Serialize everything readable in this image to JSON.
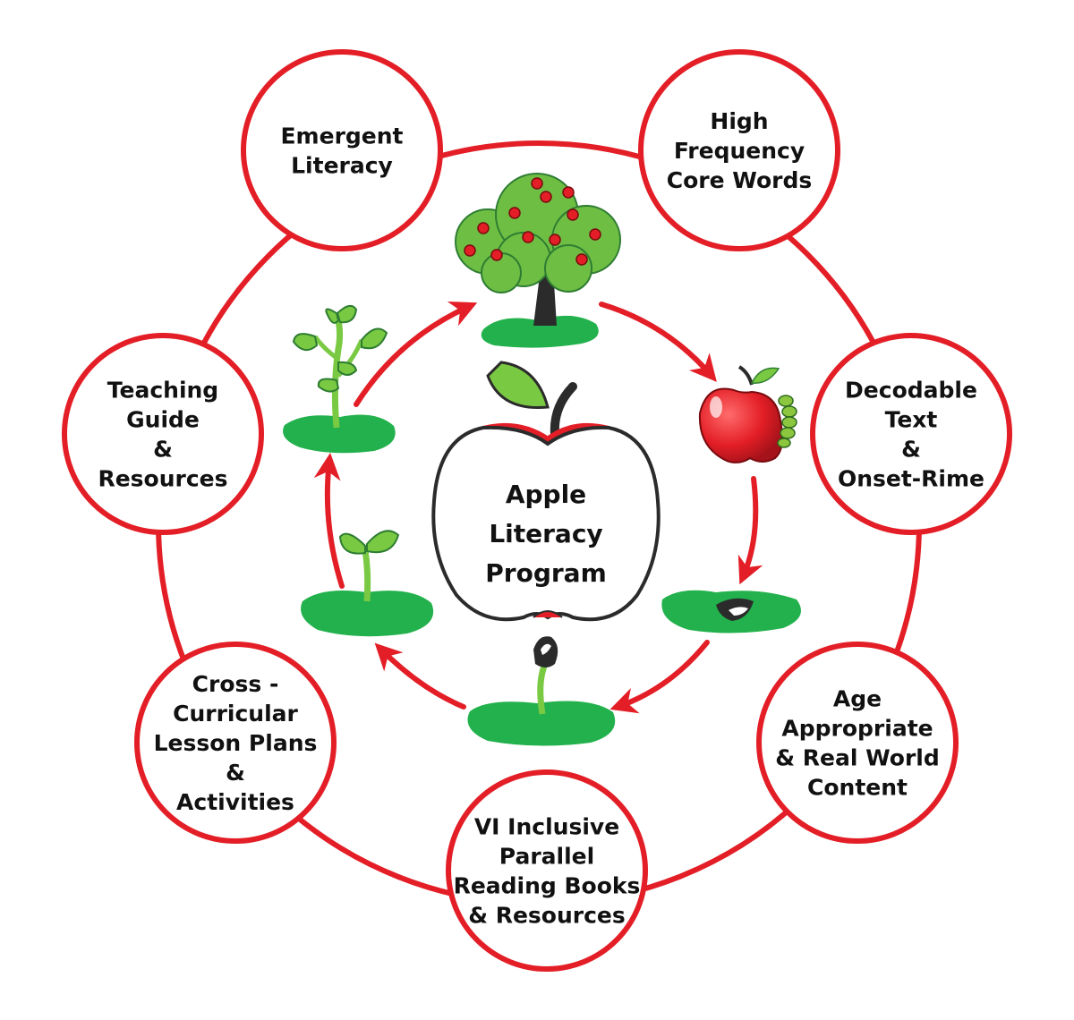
{
  "center": {
    "lines": [
      "Apple",
      "Literacy",
      "Program"
    ]
  },
  "nodes": [
    {
      "id": "emergent-literacy",
      "lines": [
        "Emergent",
        "Literacy"
      ]
    },
    {
      "id": "high-frequency-core-words",
      "lines": [
        "High",
        "Frequency",
        "Core Words"
      ]
    },
    {
      "id": "decodable-text-onset-rime",
      "lines": [
        "Decodable",
        "Text",
        "&",
        "Onset-Rime"
      ]
    },
    {
      "id": "age-appropriate-real-world-content",
      "lines": [
        "Age",
        "Appropriate",
        "& Real World",
        "Content"
      ]
    },
    {
      "id": "vi-inclusive-parallel-reading-books",
      "lines": [
        "VI Inclusive",
        "Parallel",
        "Reading Books",
        "& Resources"
      ]
    },
    {
      "id": "cross-curricular-lesson-plans",
      "lines": [
        "Cross -",
        "Curricular",
        "Lesson Plans",
        "&",
        "Activities"
      ]
    },
    {
      "id": "teaching-guide-resources",
      "lines": [
        "Teaching",
        "Guide",
        "&",
        "Resources"
      ]
    }
  ],
  "cycle_stages": [
    "apple-tree",
    "apple-with-worm",
    "seed-in-soil",
    "sprouting-seed",
    "seedling",
    "young-sapling"
  ],
  "colors": {
    "ring": "#e31e26",
    "arrow": "#e31e26",
    "grass": "#22b14c",
    "leaf": "#7ac943",
    "apple_red": "#e31e26",
    "trunk": "#2b2b2b",
    "text": "#111111"
  },
  "icons": {
    "center": "apple-outline-icon",
    "arrows": "cycle-arrow-icon"
  }
}
